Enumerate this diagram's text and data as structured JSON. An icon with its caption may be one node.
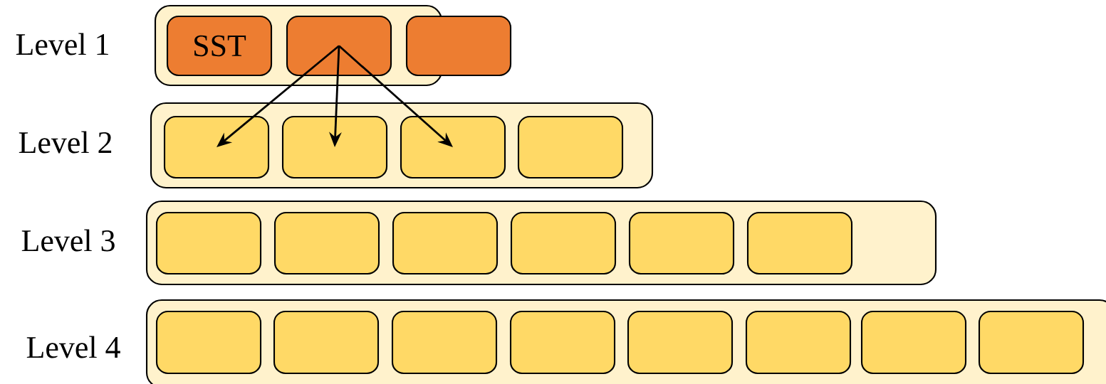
{
  "diagram": {
    "nodes": [
      {
        "text": [
          "Level 1"
        ]
      },
      {
        "text": [
          "SST"
        ],
        "in": 0
      },
      {
        "text": [],
        "shape": "box",
        "in": 0
      },
      {
        "text": [],
        "shape": "box"
      },
      {
        "text": [
          "Level 2"
        ]
      },
      {
        "text": [],
        "shape": "box",
        "in": 4
      },
      {
        "text": [],
        "shape": "box",
        "in": 4
      },
      {
        "text": [],
        "shape": "box",
        "in": 4
      },
      {
        "text": [],
        "shape": "box",
        "in": 4
      },
      {
        "text": [
          "Level 3"
        ]
      },
      {
        "text": [],
        "shape": "box",
        "in": 9
      },
      {
        "text": [],
        "shape": "box",
        "in": 9
      },
      {
        "text": [],
        "shape": "box",
        "in": 9
      },
      {
        "text": [],
        "shape": "box",
        "in": 9
      },
      {
        "text": [],
        "shape": "box",
        "in": 9
      },
      {
        "text": [],
        "shape": "box",
        "in": 9
      },
      {
        "text": [
          "Level 4"
        ]
      },
      {
        "text": [],
        "shape": "box",
        "in": 16
      },
      {
        "text": [],
        "shape": "box",
        "in": 16
      },
      {
        "text": [],
        "shape": "box",
        "in": 16
      },
      {
        "text": [],
        "shape": "box",
        "in": 16
      },
      {
        "text": [],
        "shape": "box",
        "in": 16
      },
      {
        "text": [],
        "shape": "box",
        "in": 16
      },
      {
        "text": [],
        "shape": "box",
        "in": 16
      },
      {
        "text": [],
        "shape": "box",
        "in": 16
      }
    ],
    "edges": [
      {
        "from": 2,
        "to": 5,
        "arrow": "to"
      },
      {
        "from": 2,
        "to": 6,
        "arrow": "to"
      },
      {
        "from": 2,
        "to": 7,
        "arrow": "to"
      }
    ]
  }
}
